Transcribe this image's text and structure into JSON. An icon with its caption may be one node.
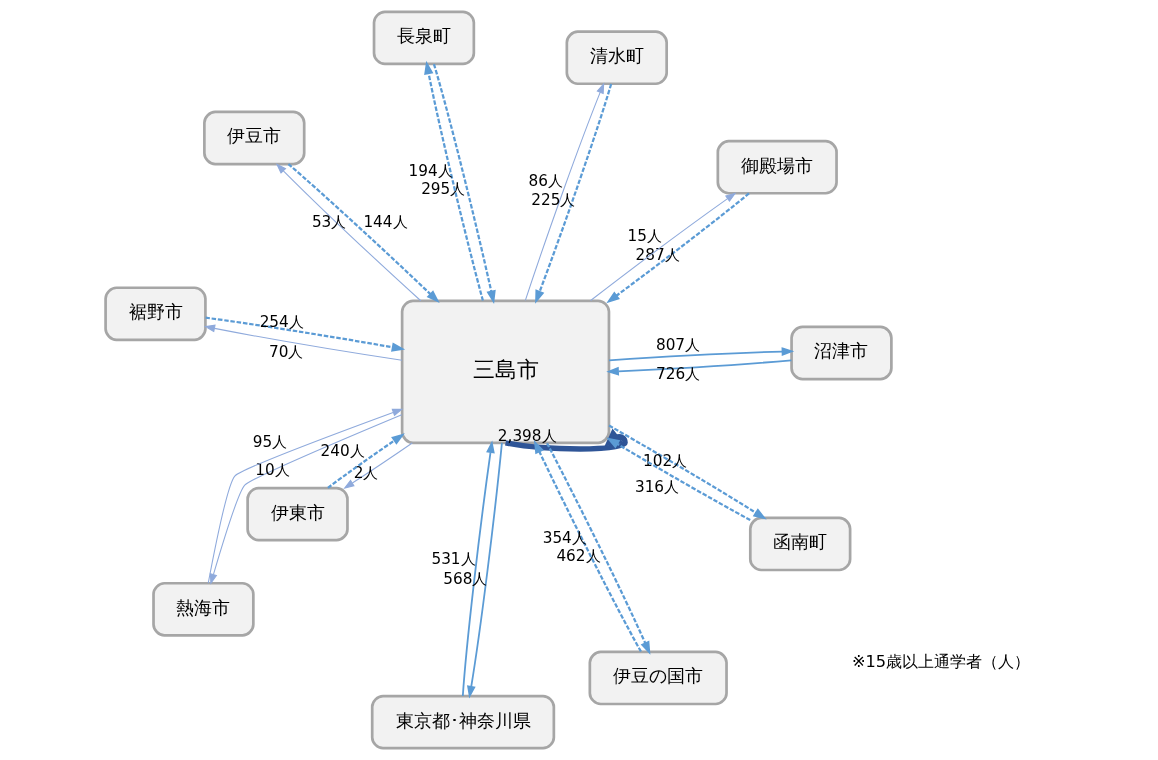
{
  "diagram": {
    "nodes": [
      {
        "text": [
          "裾野市"
        ]
      },
      {
        "text": [
          "御殿場市"
        ]
      },
      {
        "text": [
          "東京都･神奈川県"
        ]
      },
      {
        "text": [
          "長泉町"
        ]
      },
      {
        "text": [
          "三島市"
        ]
      },
      {
        "text": [
          "清水町"
        ]
      },
      {
        "text": [
          "熱海市"
        ]
      },
      {
        "text": [
          "沼津市"
        ]
      },
      {
        "text": [
          "伊東市"
        ]
      },
      {
        "text": [
          "函南町"
        ]
      },
      {
        "text": [
          "伊豆の国市"
        ]
      },
      {
        "text": [
          "伊豆市"
        ]
      }
    ],
    "edges": [
      {
        "from": 3,
        "to": 4,
        "arrow": "to",
        "label": "295人",
        "style": "dashed"
      },
      {
        "from": 4,
        "to": 3,
        "arrow": "to",
        "label": "194人",
        "style": "dashed"
      },
      {
        "from": 4,
        "to": 0,
        "arrow": "to",
        "label": "70人",
        "color": "#8faadc"
      },
      {
        "from": 0,
        "to": 4,
        "arrow": "to",
        "label": "254人",
        "style": "dashed"
      },
      {
        "from": 4,
        "to": 1,
        "arrow": "to",
        "label": "15人",
        "color": "#8faadc"
      },
      {
        "from": 1,
        "to": 4,
        "arrow": "to",
        "label": "287人",
        "style": "dashed"
      },
      {
        "from": 4,
        "to": 2,
        "arrow": "to",
        "label": "568人"
      },
      {
        "from": 2,
        "to": 4,
        "arrow": "to",
        "label": "531人"
      },
      {
        "from": 5,
        "to": 4,
        "arrow": "to",
        "label": "225人",
        "style": "dashed"
      },
      {
        "from": 4,
        "to": 5,
        "arrow": "to",
        "label": "86人",
        "color": "#8faadc"
      },
      {
        "from": 4,
        "to": 6,
        "arrow": "to",
        "label": "10人",
        "color": "#8faadc"
      },
      {
        "from": 6,
        "to": 4,
        "arrow": "to",
        "label": "95人",
        "color": "#8faadc"
      },
      {
        "from": 7,
        "to": 4,
        "arrow": "to",
        "label": "726人"
      },
      {
        "from": 4,
        "to": 7,
        "arrow": "to",
        "label": "807人"
      },
      {
        "from": 4,
        "to": 8,
        "arrow": "to",
        "label": "2人",
        "color": "#8faadc"
      },
      {
        "from": 8,
        "to": 4,
        "arrow": "to",
        "label": "240人",
        "style": "dashed"
      },
      {
        "from": 4,
        "to": 4,
        "arrow": "to",
        "label": "2,398人",
        "style": "thick",
        "color": "#2f5597"
      },
      {
        "from": 11,
        "to": 4,
        "arrow": "to",
        "label": "144人",
        "style": "dashed"
      },
      {
        "from": 4,
        "to": 11,
        "arrow": "to",
        "label": "53人",
        "color": "#8faadc"
      },
      {
        "from": 10,
        "to": 4,
        "arrow": "to",
        "label": "354人",
        "style": "dashed"
      },
      {
        "from": 4,
        "to": 10,
        "arrow": "to",
        "label": "462人",
        "style": "dashed"
      },
      {
        "from": 9,
        "to": 4,
        "arrow": "to",
        "label": "316人",
        "style": "dashed"
      },
      {
        "from": 4,
        "to": 9,
        "arrow": "to",
        "label": "102人",
        "style": "dashed"
      }
    ],
    "labels": [
      "※15歳以上通学者（人）"
    ]
  }
}
